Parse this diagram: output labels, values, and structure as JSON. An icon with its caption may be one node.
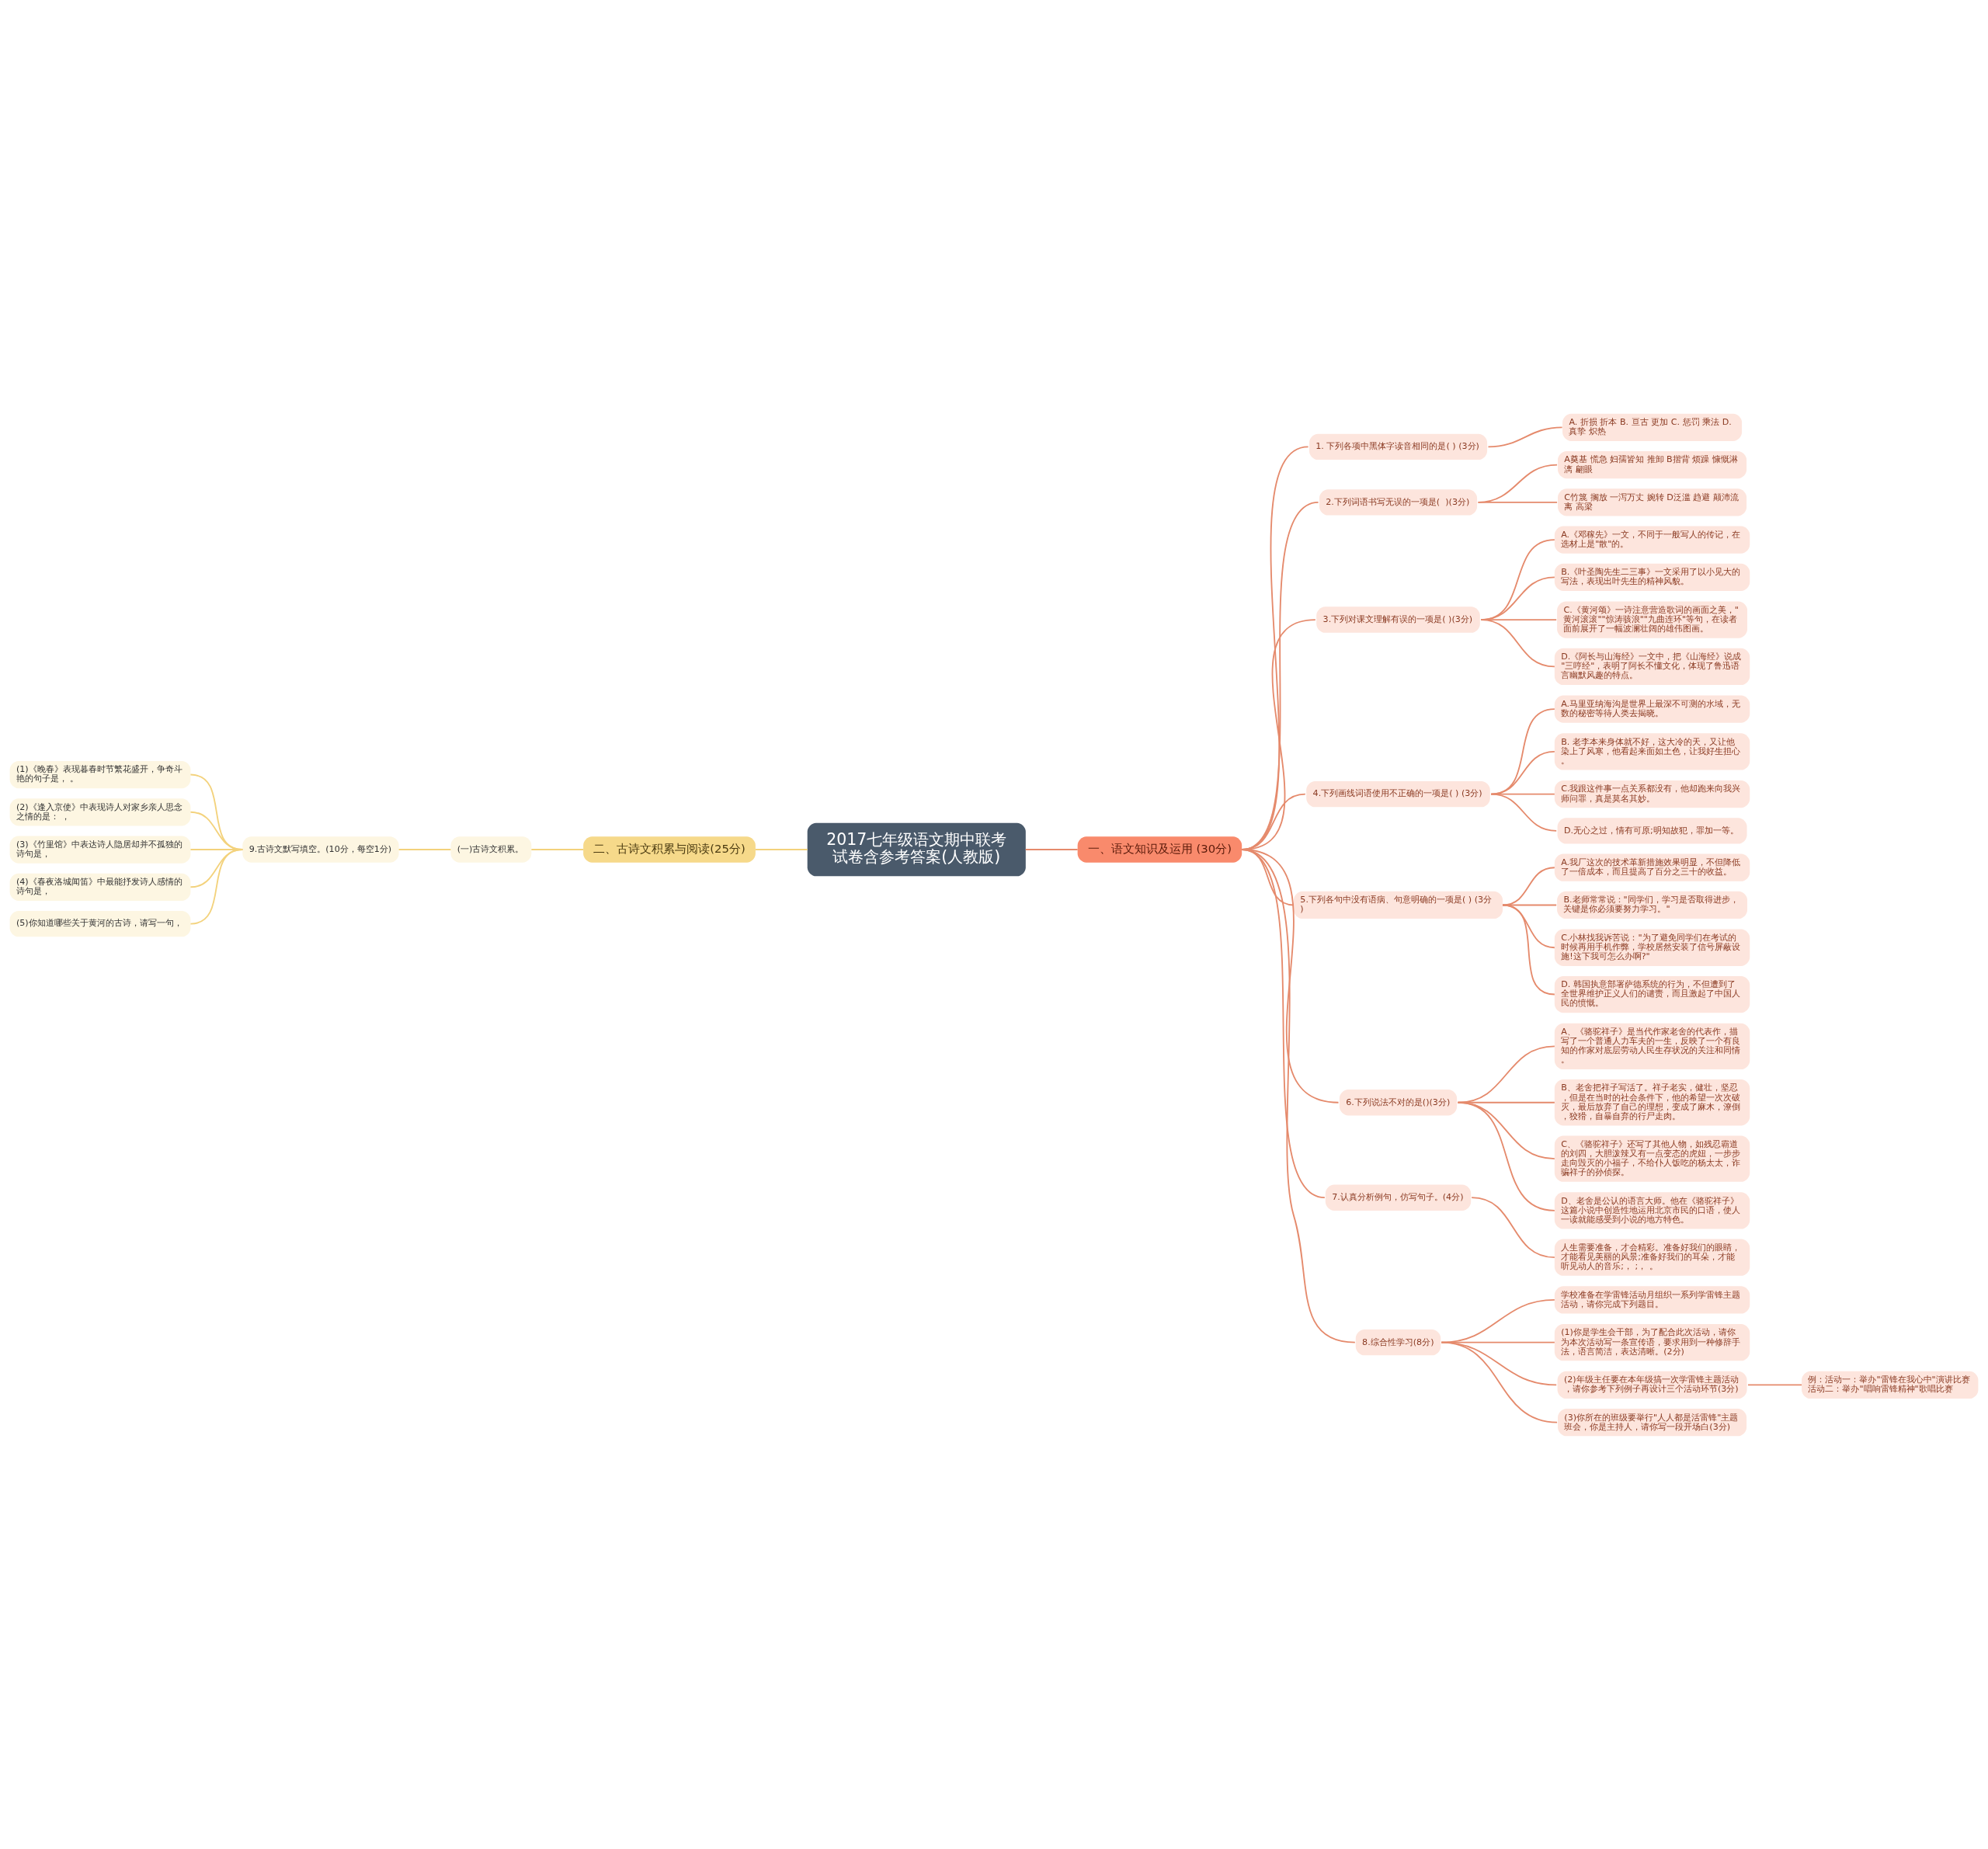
{
  "diagram": {
    "nodes": [
      {
        "text": [
          "2017七年级语文期中联考试卷含参考答案(人教版)"
        ]
      },
      {
        "text": [
          "一、语文知识及运用 (30分)"
        ]
      },
      {
        "text": [
          "1. 下列各项中黑体字读音相同的是( ) (3分)"
        ]
      },
      {
        "text": [
          "A. 折损 折本 B. 亘古 更加 C. 惩罚 乘法 D. 真挚 炽热"
        ]
      },
      {
        "text": [
          "2.下列词语书写无误的一项是(  )(3分)"
        ]
      },
      {
        "text": [
          "A奠基 慌急 妇孺皆知 推卸 B揩背 烦躁 慷慨淋漓 翩眼"
        ]
      },
      {
        "text": [
          "C竹篾 搁放 一泻万丈 婉转 D泛滥 趋避 颠沛流离 高梁"
        ]
      },
      {
        "text": [
          "3.下列对课文理解有误的一项是( )(3分)"
        ]
      },
      {
        "text": [
          "A.《邓稼先》一文，不同于一般写人的传记，在选材上是\"散\"的。"
        ]
      },
      {
        "text": [
          "B.《叶圣陶先生二三事》一文采用了以小见大的写法，表现出叶先生的精神风貌。"
        ]
      },
      {
        "text": [
          "C.《黄河颂》一诗注意营造歌词的画面之美，\"黄河滚滚\"\"惊涛骇浪\"\"九曲连环\"等句，在读者面前展开了一幅波澜壮阔的雄伟图画。"
        ]
      },
      {
        "text": [
          "D.《阿长与山海经》一文中，把《山海经》说成\"三哼经\"，表明了阿长不懂文化，体现了鲁迅语言幽默风趣的特点。"
        ]
      },
      {
        "text": [
          "4.下列画线词语使用不正确的一项是( ) (3分)"
        ]
      },
      {
        "text": [
          "A.马里亚纳海沟是世界上最深不可测的水域，无数的秘密等待人类去揭晓。"
        ]
      },
      {
        "text": [
          "B. 老李本来身体就不好，这大冷的天，又让他染上了风寒，他看起来面如土色，让我好生担心。"
        ]
      },
      {
        "text": [
          "C.我跟这件事一点关系都没有，他却跑来向我兴师问罪，真是莫名其妙。"
        ]
      },
      {
        "text": [
          "D.无心之过，情有可原;明知故犯，罪加一等。"
        ]
      },
      {
        "text": [
          "5.下列各句中没有语病、句意明确的一项是( ) (3分 )"
        ]
      },
      {
        "text": [
          "A.我厂这次的技术革新措施效果明显，不但降低了一倍成本，而且提高了百分之三十的收益。"
        ]
      },
      {
        "text": [
          "B.老师常常说：\"同学们，学习是否取得进步，关键是你必须要努力学习。\""
        ]
      },
      {
        "text": [
          "C.小林找我诉苦说：\"为了避免同学们在考试的时候再用手机作弊，学校居然安装了信号屏蔽设施!这下我可怎么办啊?\""
        ]
      },
      {
        "text": [
          "D. 韩国执意部署萨德系统的行为，不但遭到了全世界维护正义人们的谴责，而且激起了中国人民的愤慨。"
        ]
      },
      {
        "text": [
          "6.下列说法不对的是()(3分)"
        ]
      },
      {
        "text": [
          "A、《骆驼祥子》是当代作家老舍的代表作，描写了一个普通人力车夫的一生，反映了一个有良知的作家对底层劳动人民生存状况的关注和同情。"
        ]
      },
      {
        "text": [
          "B、老舍把祥子写活了。祥子老实，健壮，坚忍，但是在当时的社会条件下，他的希望一次次破灭，最后放弃了自己的理想，变成了麻木，潦倒，狡猾，自暴自弃的行尸走肉。"
        ]
      },
      {
        "text": [
          "C、《骆驼祥子》还写了其他人物，如残忍霸道的刘四，大胆泼辣又有一点变态的虎妞，一步步走向毁灭的小福子，不给仆人饭吃的杨太太，诈骗祥子的孙侦探。"
        ]
      },
      {
        "text": [
          "D、老舍是公认的语言大师。他在《骆驼祥子》这篇小说中创造性地运用北京市民的口语，使人一读就能感受到小说的地方特色。"
        ]
      },
      {
        "text": [
          "7.认真分析例句，仿写句子。(4分)"
        ]
      },
      {
        "text": [
          "人生需要准备，才会精彩。准备好我们的眼睛，才能看见美丽的风景;准备好我们的耳朵，才能听见动人的音乐;， ;， 。"
        ]
      },
      {
        "text": [
          "8.综合性学习(8分)"
        ]
      },
      {
        "text": [
          "学校准备在学雷锋活动月组织一系列学雷锋主题活动，请你完成下列题目。"
        ]
      },
      {
        "text": [
          "(1)你是学生会干部，为了配合此次活动，请你为本次活动写一条宣传语，要求用到一种修辞手法，语言简洁，表达清晰。(2分)"
        ]
      },
      {
        "text": [
          "(2)年级主任要在本年级搞一次学雷锋主题活动，请你参考下列例子再设计三个活动环节(3分)"
        ]
      },
      {
        "text": [
          "例：活动一：举办\"雷锋在我心中\"演讲比赛",
          "活动二：举办\"唱响雷锋精神\"歌唱比赛"
        ]
      },
      {
        "text": [
          "(3)你所在的班级要举行\"人人都是活雷锋\"主题班会，你是主持人，请你写一段开场白(3分)"
        ]
      },
      {
        "text": [
          "二、古诗文积累与阅读(25分)"
        ]
      },
      {
        "text": [
          "(一)古诗文积累。"
        ]
      },
      {
        "text": [
          "9.古诗文默写填空。(10分，每空1分)"
        ]
      },
      {
        "text": [
          "(1)《晚春》表现暮春时节繁花盛开，争奇斗艳的句子是， 。"
        ]
      },
      {
        "text": [
          "(2)《逢入京使》中表现诗人对家乡亲人思念之情的是： ，"
        ]
      },
      {
        "text": [
          "(3)《竹里馆》中表达诗人隐居却并不孤独的诗句是，"
        ]
      },
      {
        "text": [
          "(4)《春夜洛城闻笛》中最能抒发诗人感情的诗句是，"
        ]
      },
      {
        "text": [
          "(5)你知道哪些关于黄河的古诗，请写一句，"
        ]
      }
    ],
    "edges": [
      {
        "from": 0,
        "to": 1,
        "arrow": "none"
      },
      {
        "from": 1,
        "to": 2,
        "arrow": "none"
      },
      {
        "from": 2,
        "to": 3,
        "arrow": "none"
      },
      {
        "from": 1,
        "to": 4,
        "arrow": "none"
      },
      {
        "from": 4,
        "to": 5,
        "arrow": "none"
      },
      {
        "from": 4,
        "to": 6,
        "arrow": "none"
      },
      {
        "from": 1,
        "to": 7,
        "arrow": "none"
      },
      {
        "from": 7,
        "to": 8,
        "arrow": "none"
      },
      {
        "from": 7,
        "to": 9,
        "arrow": "none"
      },
      {
        "from": 7,
        "to": 10,
        "arrow": "none"
      },
      {
        "from": 7,
        "to": 11,
        "arrow": "none"
      },
      {
        "from": 1,
        "to": 12,
        "arrow": "none"
      },
      {
        "from": 12,
        "to": 13,
        "arrow": "none"
      },
      {
        "from": 12,
        "to": 14,
        "arrow": "none"
      },
      {
        "from": 12,
        "to": 15,
        "arrow": "none"
      },
      {
        "from": 12,
        "to": 16,
        "arrow": "none"
      },
      {
        "from": 1,
        "to": 17,
        "arrow": "none"
      },
      {
        "from": 17,
        "to": 18,
        "arrow": "none"
      },
      {
        "from": 17,
        "to": 19,
        "arrow": "none"
      },
      {
        "from": 17,
        "to": 20,
        "arrow": "none"
      },
      {
        "from": 17,
        "to": 21,
        "arrow": "none"
      },
      {
        "from": 1,
        "to": 22,
        "arrow": "none"
      },
      {
        "from": 22,
        "to": 23,
        "arrow": "none"
      },
      {
        "from": 22,
        "to": 24,
        "arrow": "none"
      },
      {
        "from": 22,
        "to": 25,
        "arrow": "none"
      },
      {
        "from": 22,
        "to": 26,
        "arrow": "none"
      },
      {
        "from": 1,
        "to": 27,
        "arrow": "none"
      },
      {
        "from": 27,
        "to": 28,
        "arrow": "none"
      },
      {
        "from": 1,
        "to": 29,
        "arrow": "none"
      },
      {
        "from": 29,
        "to": 30,
        "arrow": "none"
      },
      {
        "from": 29,
        "to": 31,
        "arrow": "none"
      },
      {
        "from": 29,
        "to": 32,
        "arrow": "none"
      },
      {
        "from": 32,
        "to": 33,
        "arrow": "none"
      },
      {
        "from": 29,
        "to": 34,
        "arrow": "none"
      },
      {
        "from": 35,
        "to": 0,
        "arrow": "none",
        "color": "#f3d27c"
      },
      {
        "from": 36,
        "to": 35,
        "arrow": "none",
        "color": "#f3d27c"
      },
      {
        "from": 37,
        "to": 36,
        "arrow": "none",
        "color": "#f3d27c"
      },
      {
        "from": 38,
        "to": 37,
        "arrow": "none",
        "color": "#f3d27c"
      },
      {
        "from": 39,
        "to": 37,
        "arrow": "none",
        "color": "#f3d27c"
      },
      {
        "from": 40,
        "to": 37,
        "arrow": "none",
        "color": "#f3d27c"
      },
      {
        "from": 41,
        "to": 37,
        "arrow": "none",
        "color": "#f3d27c"
      },
      {
        "from": 42,
        "to": 37,
        "arrow": "none",
        "color": "#f3d27c"
      }
    ]
  }
}
